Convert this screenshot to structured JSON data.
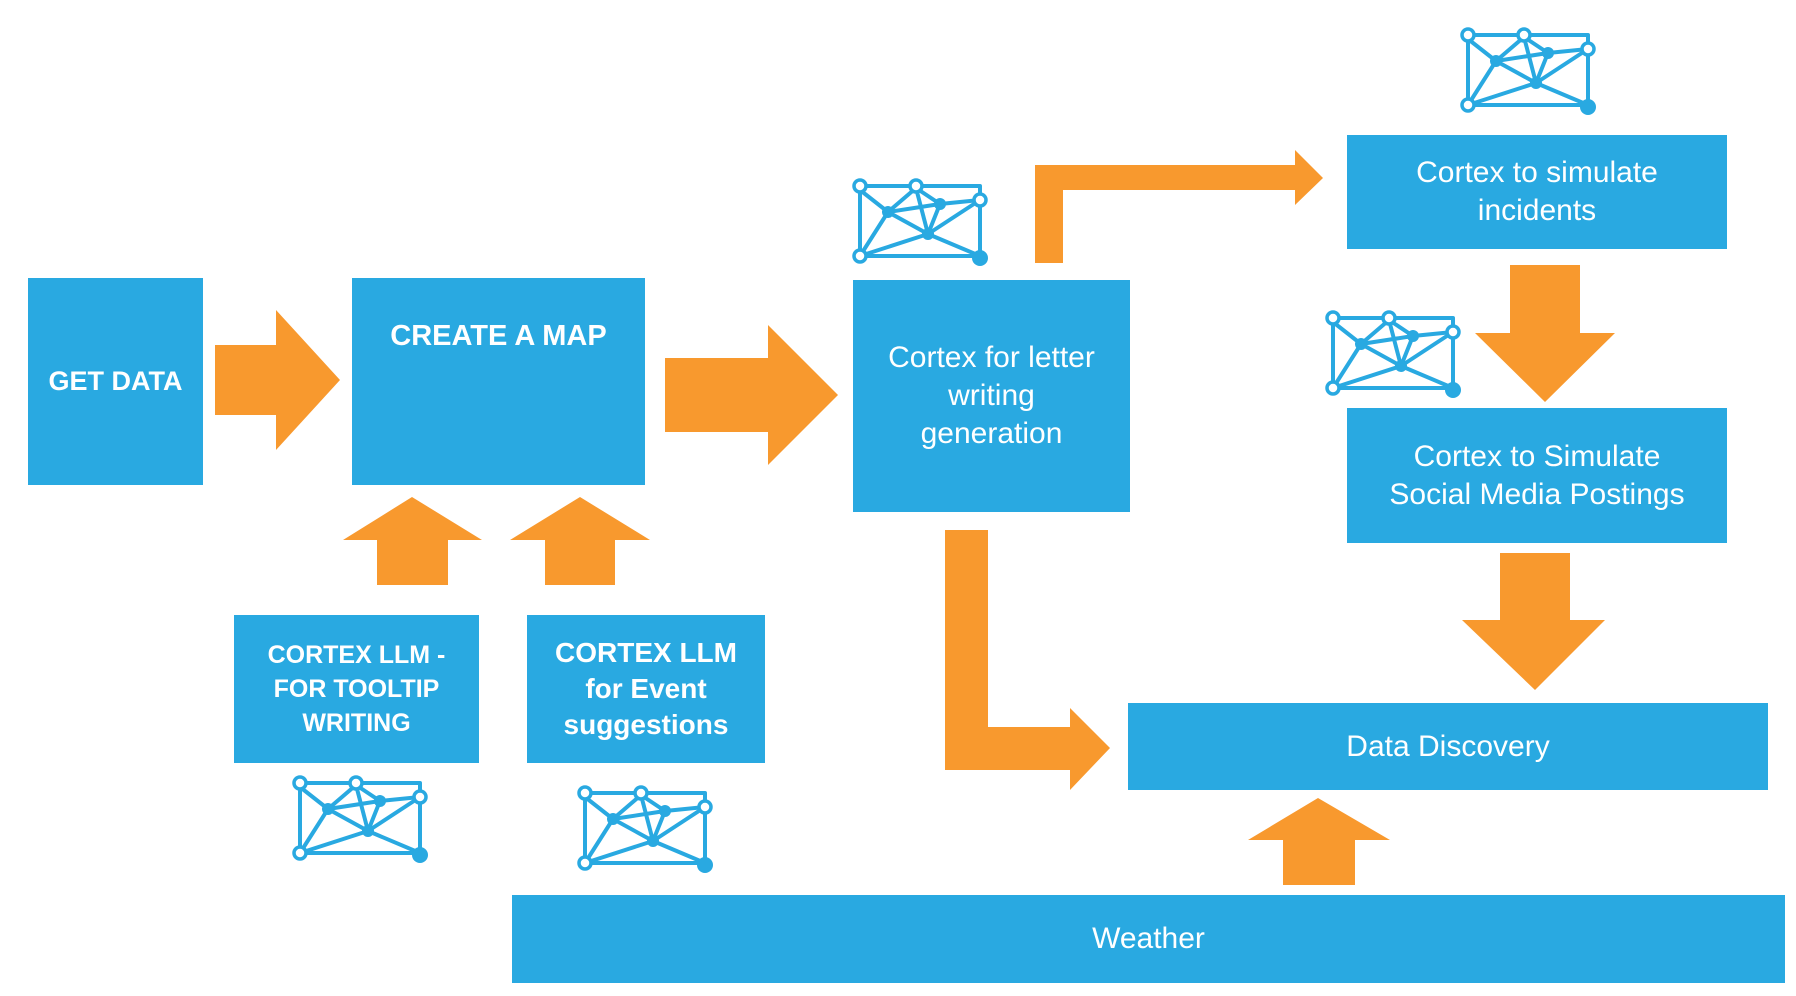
{
  "colors": {
    "box": "#29a9e1",
    "arrow": "#f8992e",
    "icon": "#29a9e1",
    "background": "#ffffff"
  },
  "boxes": {
    "get_data": "GET DATA",
    "create_map": "CREATE A MAP",
    "cortex_tooltip": "CORTEX LLM -\nFOR TOOLTIP\nWRITING",
    "cortex_event": "CORTEX LLM\nfor Event\nsuggestions",
    "cortex_letter": "Cortex for letter\nwriting\ngeneration",
    "cortex_incidents": "Cortex to simulate\nincidents",
    "cortex_social": "Cortex to Simulate\nSocial Media Postings",
    "data_discovery": "Data Discovery",
    "weather": "Weather"
  },
  "icons": {
    "network": "network-graph-icon"
  }
}
